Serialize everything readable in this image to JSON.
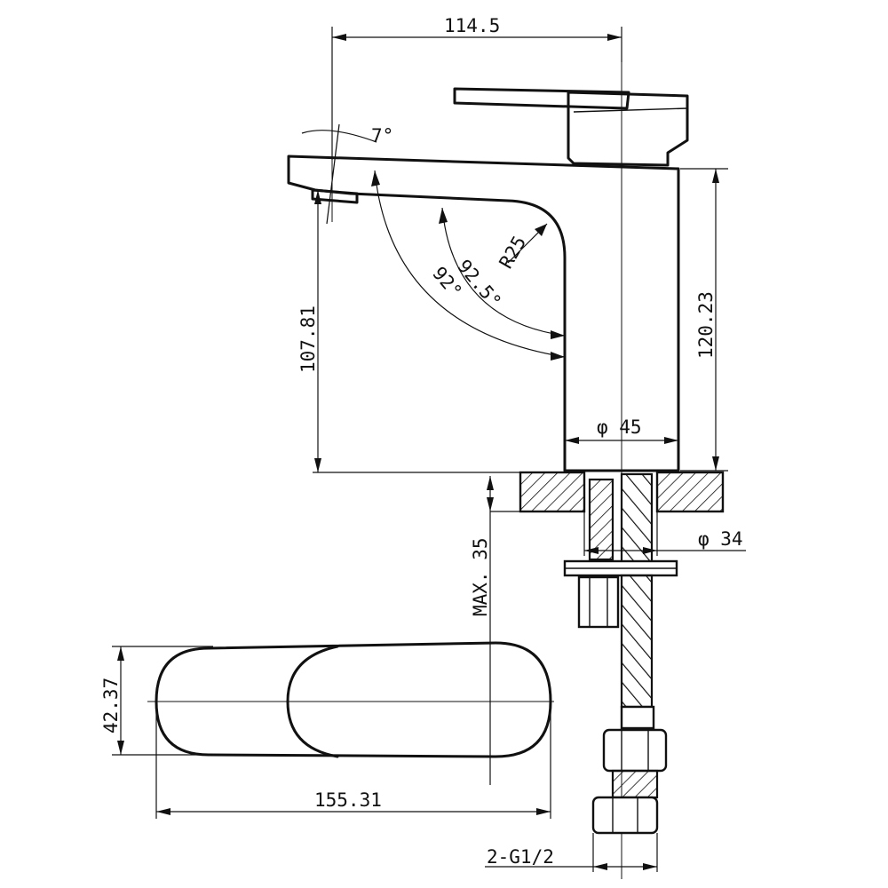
{
  "dimensions": {
    "spout_length": "114.5",
    "spout_angle": "7°",
    "radius": "R25",
    "angle_inner": "92.5°",
    "angle_outer": "92°",
    "spout_height": "107.81",
    "total_height": "120.23",
    "body_diameter": "φ 45",
    "hole_diameter": "φ 34",
    "max_thickness": "MAX. 35",
    "handle_width": "42.37",
    "handle_length": "155.31",
    "connection": "2-G1/2"
  },
  "colors": {
    "line": "#111111",
    "background": "#ffffff"
  }
}
